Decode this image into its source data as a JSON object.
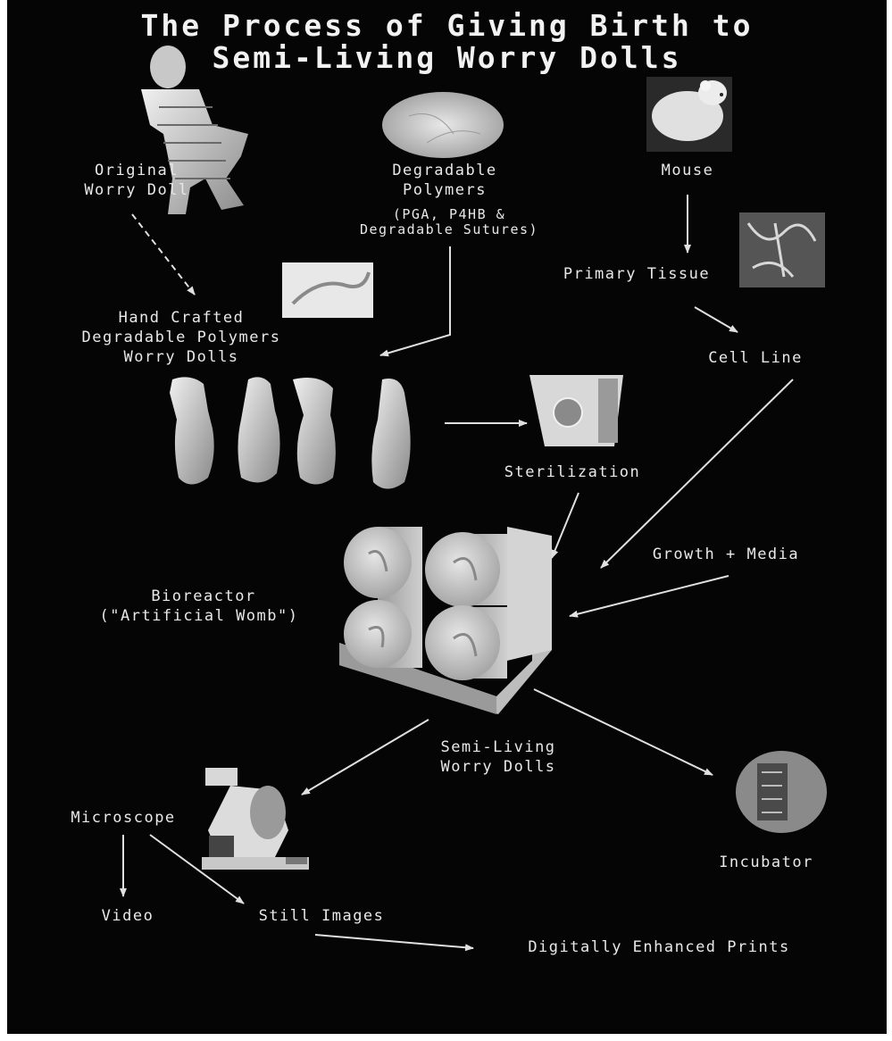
{
  "title": {
    "line1": "The Process of Giving Birth to",
    "line2": "Semi-Living Worry Dolls"
  },
  "labels": {
    "original_doll_1": "Original",
    "original_doll_2": "Worry Doll",
    "polymers_1": "Degradable",
    "polymers_2": "Polymers",
    "polymers_note_1": "(PGA, P4HB &",
    "polymers_note_2": "Degradable Sutures)",
    "mouse": "Mouse",
    "primary_tissue": "Primary Tissue",
    "cell_line": "Cell Line",
    "hand_crafted_1": "Hand Crafted",
    "hand_crafted_2": "Degradable Polymers",
    "hand_crafted_3": "Worry Dolls",
    "sterilization": "Sterilization",
    "growth_media": "Growth + Media",
    "bioreactor_1": "Bioreactor",
    "bioreactor_2": "(\"Artificial Womb\")",
    "semi_living_1": "Semi-Living",
    "semi_living_2": "Worry Dolls",
    "microscope": "Microscope",
    "incubator": "Incubator",
    "video": "Video",
    "still_images": "Still Images",
    "digital_prints": "Digitally Enhanced Prints"
  },
  "colors": {
    "background": "#050505",
    "text": "#e8e8e8",
    "arrow": "#e0e0e0"
  }
}
